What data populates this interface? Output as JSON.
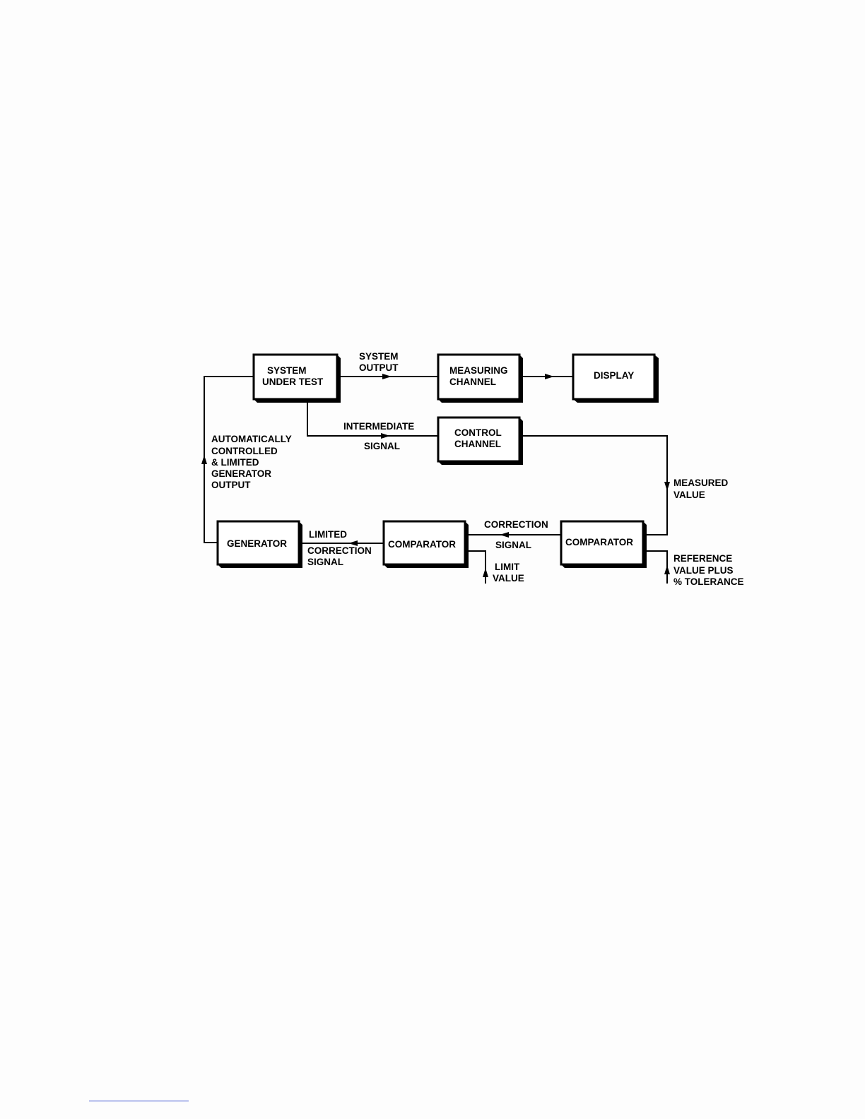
{
  "blocks": {
    "system_under_test": [
      "SYSTEM",
      "UNDER TEST"
    ],
    "measuring_channel": [
      "MEASURING",
      "CHANNEL"
    ],
    "display": [
      "DISPLAY"
    ],
    "control_channel": [
      "CONTROL",
      "CHANNEL"
    ],
    "comparator_right": [
      "COMPARATOR"
    ],
    "comparator_left": [
      "COMPARATOR"
    ],
    "generator": [
      "GENERATOR"
    ]
  },
  "signals": {
    "system_output": [
      "SYSTEM",
      "OUTPUT"
    ],
    "intermediate_signal": [
      "INTERMEDIATE",
      "SIGNAL"
    ],
    "measured_value": [
      "MEASURED",
      "VALUE"
    ],
    "correction_signal": [
      "CORRECTION",
      "SIGNAL"
    ],
    "reference_value": [
      "REFERENCE",
      "VALUE PLUS",
      "% TOLERANCE"
    ],
    "limit_value": [
      "LIMIT",
      "VALUE"
    ],
    "limited_correction_signal": [
      "LIMITED",
      "CORRECTION",
      "SIGNAL"
    ],
    "generator_output": [
      "AUTOMATICALLY",
      "CONTROLLED",
      "& LIMITED",
      "GENERATOR",
      "OUTPUT"
    ]
  },
  "colors": {
    "line": "#000000",
    "block_fill": "#ffffff",
    "footnote_rule": "#3a4fd0"
  }
}
